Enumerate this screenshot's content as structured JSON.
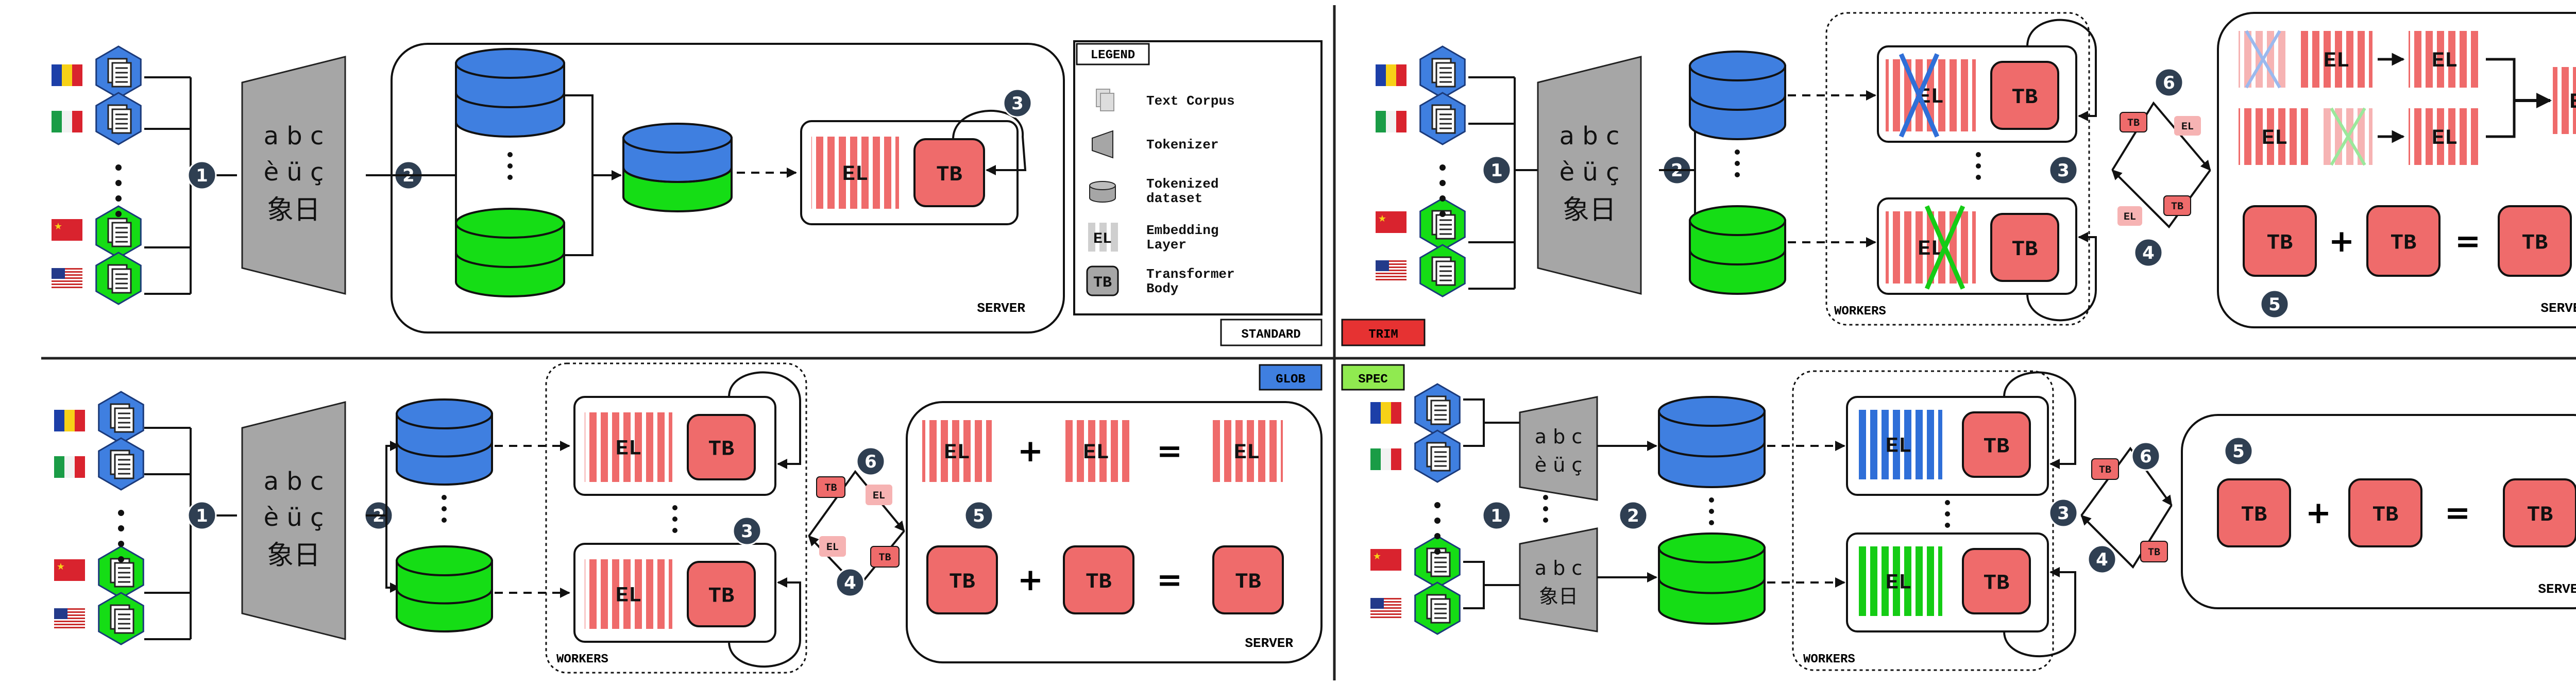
{
  "tokenizer": {
    "line1": "a b c",
    "line2": "è ü ç",
    "line3": "象日"
  },
  "steps": {
    "s1": "1",
    "s2": "2",
    "s3": "3",
    "s4": "4",
    "s5": "5",
    "s6": "6"
  },
  "labels": {
    "el": "EL",
    "tb": "TB",
    "server": "SERVER",
    "workers": "WORKERS",
    "plus": "+",
    "equals": "="
  },
  "legend": {
    "title": "LEGEND",
    "items": [
      {
        "icon": "text-corpus-icon",
        "text": [
          "Text Corpus"
        ]
      },
      {
        "icon": "tokenizer-icon",
        "text": [
          "Tokenizer"
        ]
      },
      {
        "icon": "tokenized-dataset-icon",
        "text": [
          "Tokenized",
          "dataset"
        ]
      },
      {
        "icon": "embedding-layer-icon",
        "text": [
          "Embedding",
          "Layer"
        ]
      },
      {
        "icon": "transformer-body-icon",
        "text": [
          "Transformer",
          "Body"
        ]
      }
    ]
  },
  "badges": {
    "standard": "STANDARD",
    "trim": "TRIM",
    "glob": "GLOB",
    "spec": "SPEC"
  },
  "colors": {
    "blue": "#3f7fe0",
    "green": "#15dd15",
    "red": "#ef6b6b",
    "gray": "#a6a6a6",
    "dark": "#2f3f52",
    "trim_badge": "#e63232",
    "glob_badge": "#3f7fe0",
    "spec_badge": "#90ea50"
  },
  "flags": [
    "romania-flag-icon",
    "italy-flag-icon",
    "china-flag-icon",
    "usa-flag-icon"
  ]
}
